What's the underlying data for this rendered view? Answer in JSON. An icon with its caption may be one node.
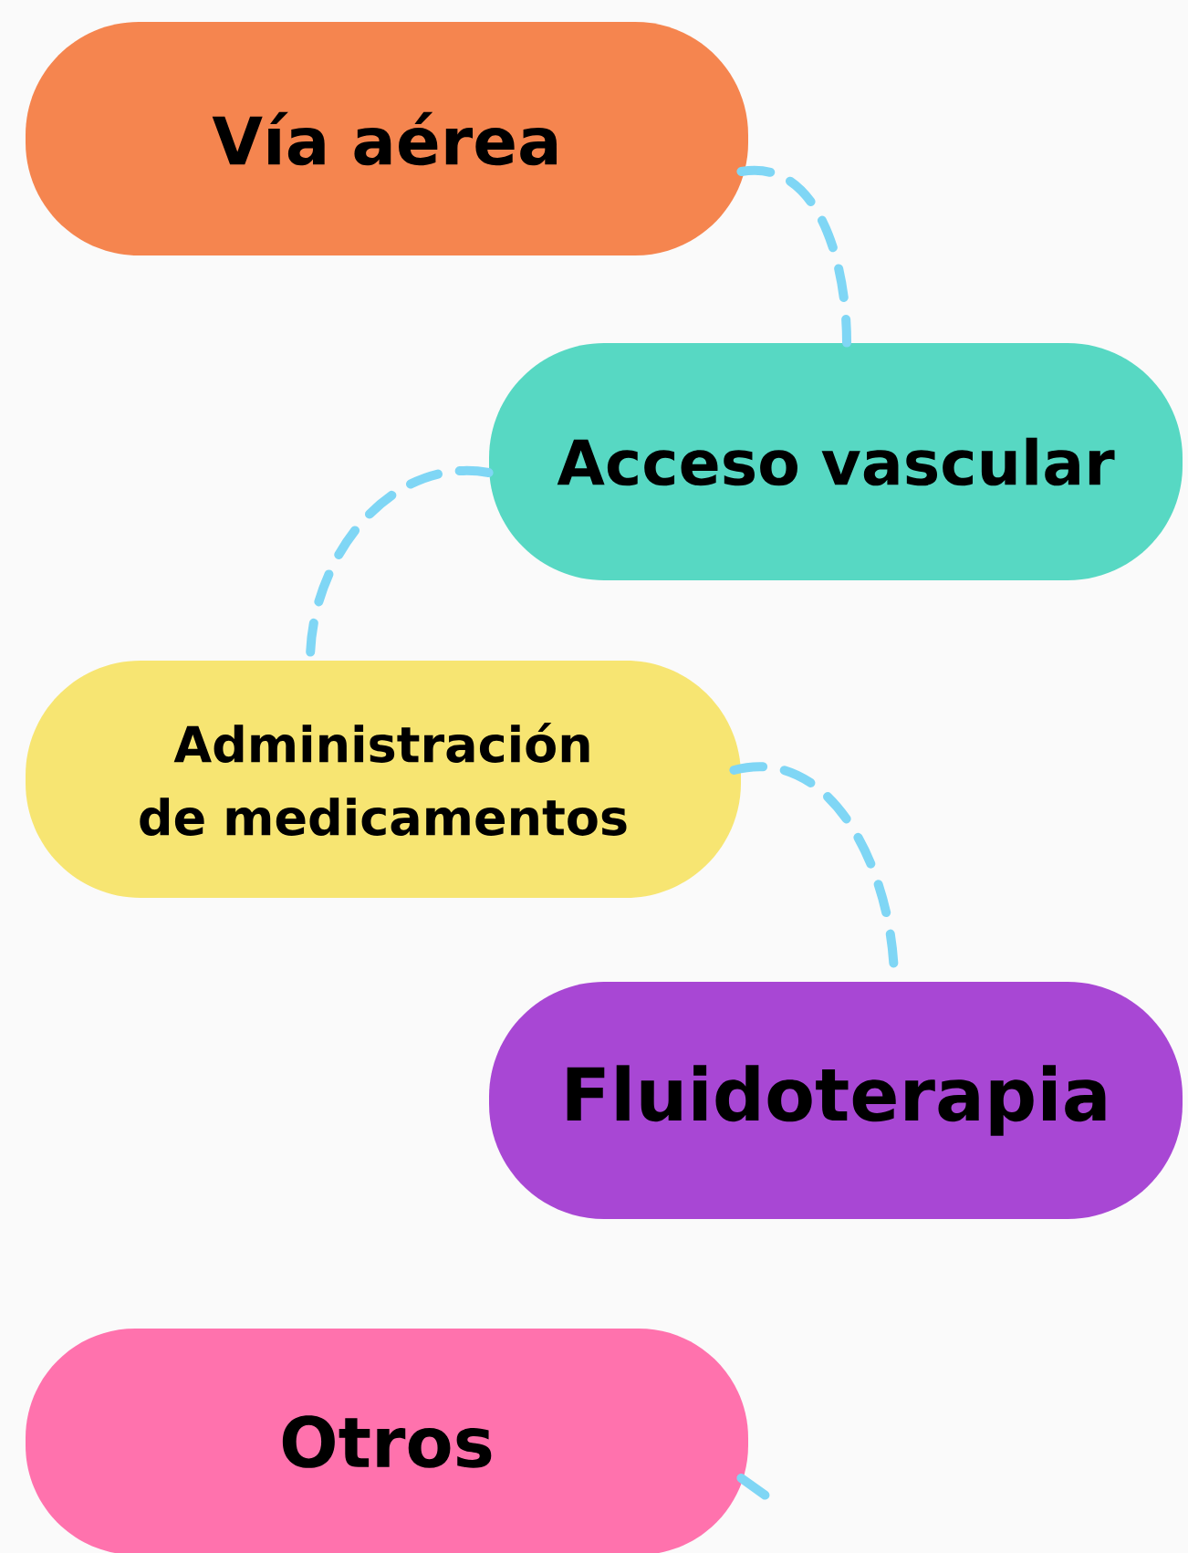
{
  "diagram": {
    "nodes": [
      {
        "text": [
          "Vía aérea"
        ]
      },
      {
        "text": [
          "Acceso vascular"
        ]
      },
      {
        "text": [
          "Administración de medicamentos"
        ]
      },
      {
        "text": [
          "Fluidoterapia"
        ]
      },
      {
        "text": [
          "Otros"
        ]
      }
    ],
    "edges": [
      {
        "from": 0,
        "to": 1,
        "arrow": "none",
        "style": "dashed"
      },
      {
        "from": 1,
        "to": 2,
        "arrow": "none",
        "style": "dashed"
      },
      {
        "from": 2,
        "to": 3,
        "arrow": "none",
        "style": "dashed"
      },
      {
        "from": 4,
        "to": null,
        "arrow": "none",
        "style": "dashed"
      }
    ]
  }
}
